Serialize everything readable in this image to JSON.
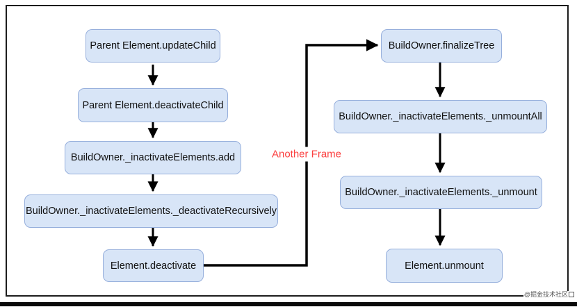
{
  "diagram": {
    "left_column": [
      {
        "label": "Parent Element.updateChild"
      },
      {
        "label": "Parent Element.deactivateChild"
      },
      {
        "label": "BuildOwner._inactivateElements.add"
      },
      {
        "label": "BuildOwner._inactivateElements._deactivateRecursively"
      },
      {
        "label": "Element.deactivate"
      }
    ],
    "right_column": [
      {
        "label": "BuildOwner.finalizeTree"
      },
      {
        "label": "BuildOwner._inactivateElements._unmountAll"
      },
      {
        "label": "BuildOwner._inactivateElements._unmount"
      },
      {
        "label": "Element.unmount"
      }
    ],
    "annotation": {
      "text": "Another Frame",
      "color": "#fb4141"
    },
    "colors": {
      "node_fill": "#d8e5f7",
      "node_border": "#96afdc",
      "arrow": "#000000",
      "frame_border": "#1c1c1c"
    }
  },
  "watermark": {
    "text": "@掘金技术社区"
  }
}
